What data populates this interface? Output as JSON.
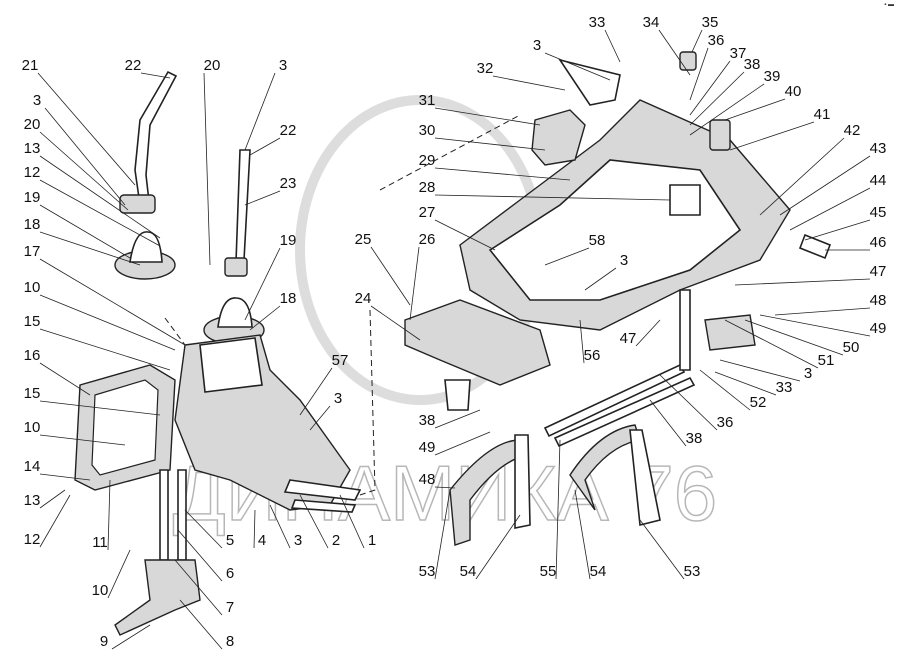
{
  "diagram": {
    "watermark": "ДИНАМИКА 76",
    "callouts": [
      "21",
      "22",
      "3",
      "20",
      "13",
      "12",
      "19",
      "18",
      "17",
      "10",
      "15",
      "16",
      "15",
      "10",
      "14",
      "13",
      "12",
      "11",
      "10",
      "9",
      "8",
      "7",
      "6",
      "5",
      "4",
      "3",
      "2",
      "1",
      "20",
      "3",
      "22",
      "23",
      "19",
      "18",
      "57",
      "3",
      "31",
      "30",
      "29",
      "28",
      "27",
      "25",
      "26",
      "24",
      "32",
      "3",
      "33",
      "34",
      "35",
      "36",
      "37",
      "38",
      "39",
      "40",
      "41",
      "42",
      "43",
      "44",
      "45",
      "46",
      "47",
      "48",
      "49",
      "50",
      "51",
      "3",
      "33",
      "52",
      "36",
      "38",
      "47",
      "58",
      "3",
      "56",
      "38",
      "49",
      "48",
      "53",
      "54",
      "55",
      "54",
      "53"
    ]
  }
}
